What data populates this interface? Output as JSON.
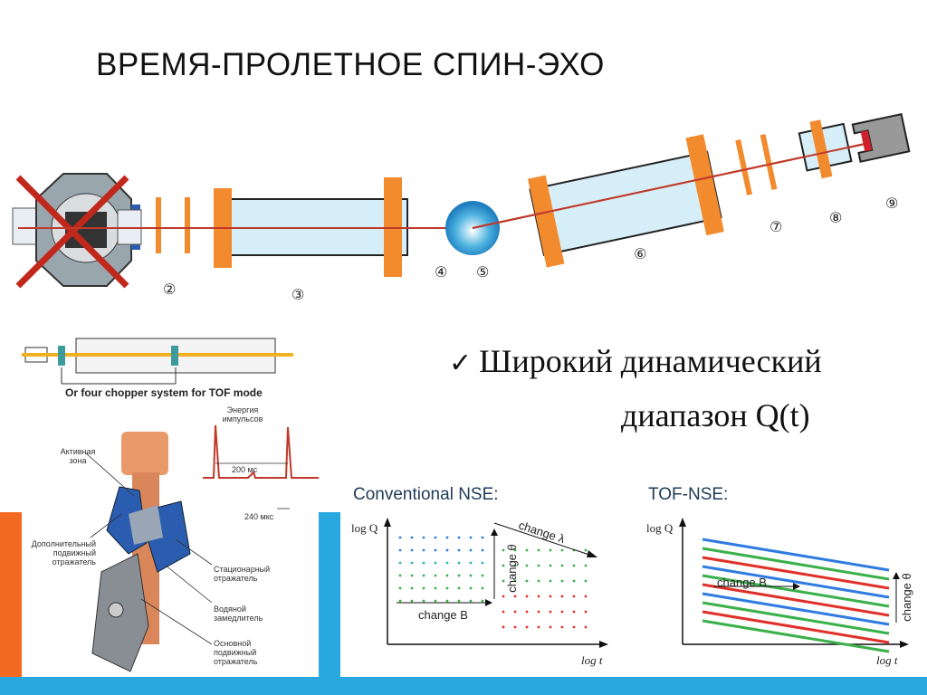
{
  "slide": {
    "title": "ВРЕМЯ-ПРОЛЕТНОЕ СПИН-ЭХО",
    "bullet_line1": "Широкий динамический",
    "bullet_line2": "диапазон Q(t)",
    "check_symbol": "✓"
  },
  "beamline": {
    "markers": [
      "②",
      "③",
      "④",
      "⑤",
      "⑥",
      "⑦",
      "⑧",
      "⑨"
    ],
    "colors": {
      "flipper": "#f28a2e",
      "tube": "#d6eef7",
      "beam": "#c0392b",
      "cross": "#c0281c"
    }
  },
  "chopper": {
    "caption": "Or four chopper system for TOF mode"
  },
  "reactor": {
    "labels": {
      "active_zone": "Активная\nзона",
      "additional_reflector": "Дополнительный\nподвижный\nотражатель",
      "stationary_reflector": "Стационарный\nотражатель",
      "water_moderator": "Водяной\nзамедлитель",
      "main_reflector": "Основной\nподвижный\nотражатель",
      "pulse_energy": "Энергия\nимпульсов",
      "period": "200 мс",
      "pulse_width": "240 мкс"
    }
  },
  "plots": {
    "conventional": {
      "title": "Conventional NSE:",
      "ylabel": "log Q",
      "xlabel": "log t",
      "change_lambda": "change λ",
      "change_theta": "change θ",
      "change_b": "change B"
    },
    "tof": {
      "title": "TOF-NSE:",
      "ylabel": "log Q",
      "xlabel": "log t",
      "change_b": "change B",
      "change_theta": "change θ"
    }
  }
}
